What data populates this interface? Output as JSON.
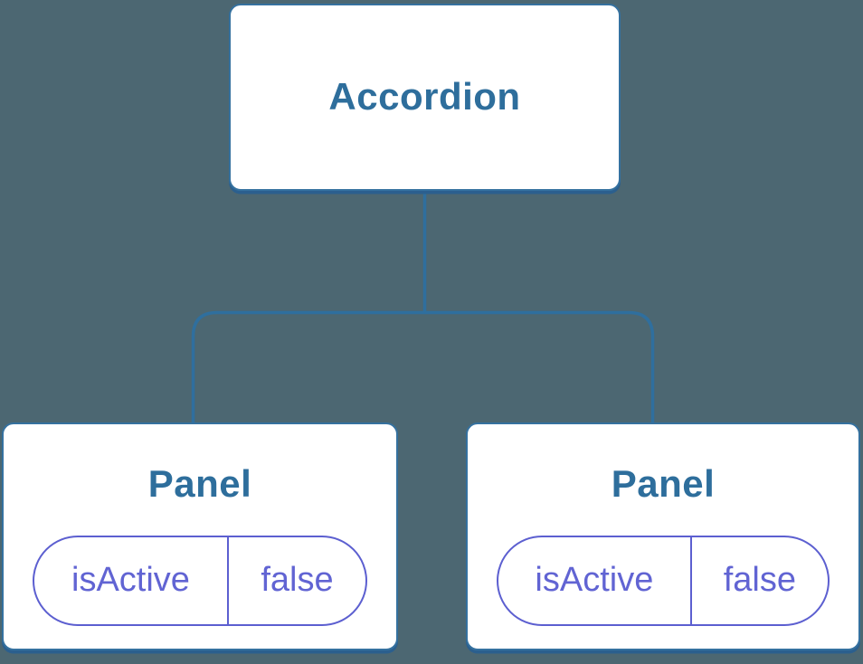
{
  "colors": {
    "canvas-bg": "#4c6772",
    "node-bg": "#ffffff",
    "node-border": "#35719f",
    "node-shadow": "#2b5f8e",
    "connector": "#2f6f9e",
    "title-text": "#2e6e9c",
    "pill-border": "#5c5fd0",
    "pill-text": "#6164d3"
  },
  "diagram": {
    "root": {
      "label": "Accordion"
    },
    "children": [
      {
        "label": "Panel",
        "state": {
          "name": "isActive",
          "value": "false"
        }
      },
      {
        "label": "Panel",
        "state": {
          "name": "isActive",
          "value": "false"
        }
      }
    ]
  }
}
